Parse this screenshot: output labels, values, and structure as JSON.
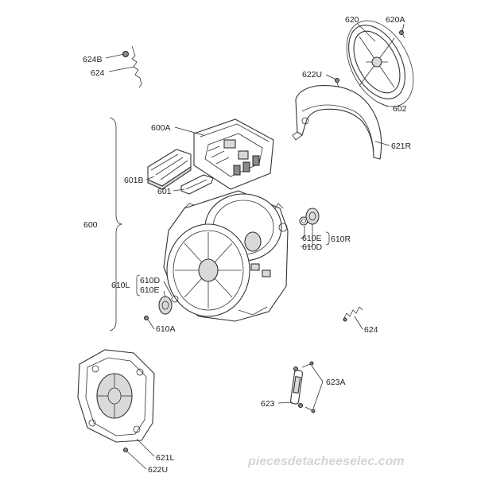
{
  "labels": {
    "l620": "620",
    "l620A": "620A",
    "l624B": "624B",
    "l624top": "624",
    "l622Utop": "622U",
    "l602": "602",
    "l600A": "600A",
    "l621R": "621R",
    "l601B": "601B",
    "l601": "601",
    "l600": "600",
    "l610E_r": "610E",
    "l610D_r": "610D",
    "l610R": "610R",
    "l610L": "610L",
    "l610D_l": "610D",
    "l610E_l": "610E",
    "l610A": "610A",
    "l624bottom": "624",
    "l623A": "623A",
    "l623": "623",
    "l621L": "621L",
    "l622Ubottom": "622U"
  },
  "watermark": "piecesdetacheeselec.com",
  "colors": {
    "line": "#333333",
    "part_fill": "#ffffff",
    "part_shade": "#d9d9d9",
    "watermark": "#cfd6dc"
  }
}
